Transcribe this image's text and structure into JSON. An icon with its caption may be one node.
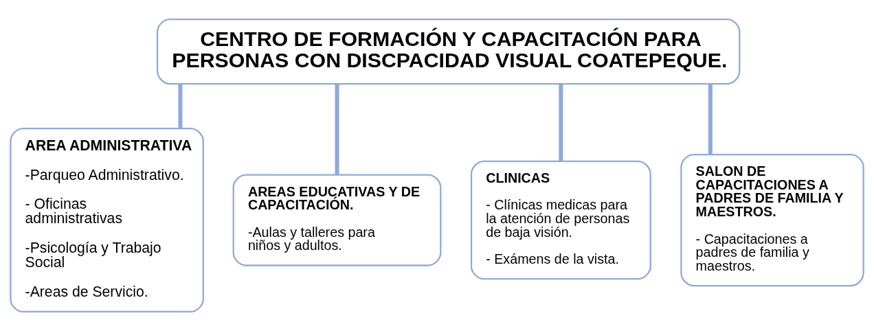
{
  "diagram": {
    "nodes": [
      {
        "text": [
          "CENTRO DE FORMACIÓN Y CAPACITACIÓN PARA PERSONAS CON DISCPACIDAD VISUAL COATEPEQUE."
        ]
      },
      {
        "text": [
          "AREA ADMINISTRATIVA",
          "-Parqueo Administrativo.",
          "- Oficinas administrativas",
          "-Psicología y Trabajo Social",
          "-Areas de Servicio."
        ]
      },
      {
        "text": [
          "AREAS EDUCATIVAS Y DE CAPACITACIÓN.",
          "-Aulas y talleres para niños y adultos."
        ]
      },
      {
        "text": [
          "CLINICAS",
          "- Clínicas medicas para la atención de personas de baja visión.",
          "- Exámens de la vista."
        ]
      },
      {
        "text": [
          "SALON DE CAPACITACIONES A PADRES DE FAMILIA Y MAESTROS.",
          "- Capacitaciones a padres de familia y maestros."
        ]
      }
    ],
    "edges": [
      {
        "from": 0,
        "to": 1,
        "arrow": "none"
      },
      {
        "from": 0,
        "to": 2,
        "arrow": "none"
      },
      {
        "from": 0,
        "to": 3,
        "arrow": "none"
      },
      {
        "from": 0,
        "to": 4,
        "arrow": "none"
      }
    ]
  }
}
